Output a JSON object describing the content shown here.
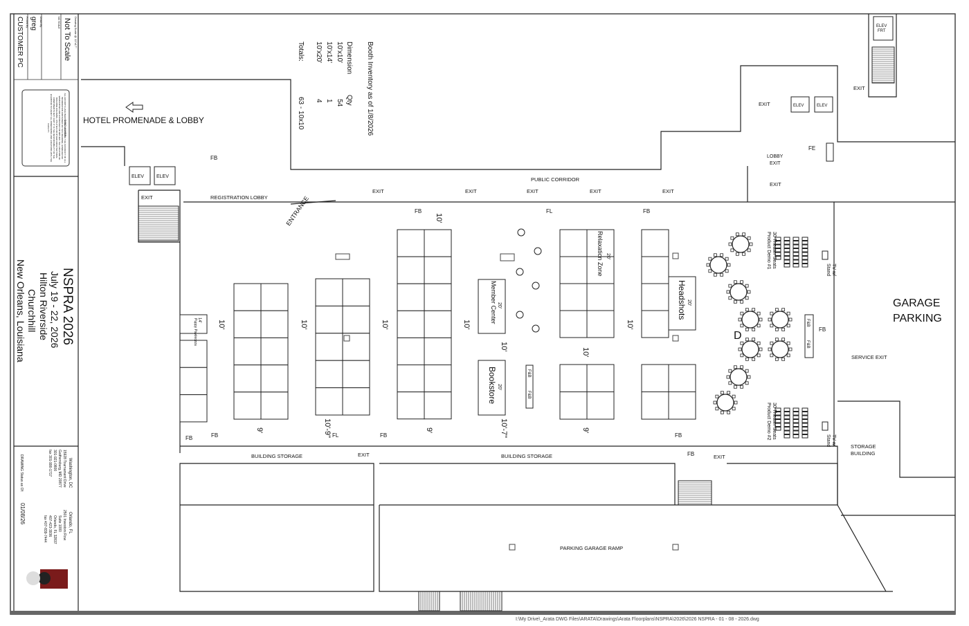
{
  "title_block": {
    "drawing_scale_label": "Drawing Scale @ 11\"x17\"",
    "scale": "Not To Scale",
    "scale_sub": "NO SCALE",
    "drawn_by_label": "Drawn By:",
    "drawn_by": "greg",
    "printed_by_label": "Printed By:",
    "printed_by": "CUSTOMER PC",
    "disclaimer_title": "DISCLAIMER",
    "disclaimer_text": "ALL EFFORTS HAVE BEEN MADE TO ENSURE THE ACCURACY OF ALL INFORMATION CONTAINED ON THIS DRAWING. HOWEVER NO WARRANTIES ARE EXPRESSED OR IMPLIED. THE LOCATION OF BUILDING COLUMNS, UTILITIES OR OTHER ARCHITECTURAL COMPONENTS MAY VARY. IT IS THE RESPONSIBILITY OF THE EXHIBITOR TO VERIFY ALL DIMENSIONS AND LOCATIONS WITH THE FACILITY.",
    "event_name": "NSPRA 2026",
    "event_dates": "July 19 - 22, 2026",
    "venue": "Hilton Riverside",
    "room": "Churchhill",
    "city": "New Orleans, Louisiana",
    "office_dc": {
      "name": "Washington, DC",
      "lines": [
        "15928 Tournament Drive",
        "Gaithersburg, MD 20877",
        "301-921-0800",
        "fax 301-990-1717"
      ]
    },
    "office_fl": {
      "name": "Orlando, FL",
      "lines": [
        "2501 Investors Row",
        "Suite 1000",
        "Orlando, FL 32837",
        "407-423-3936",
        "fax 407-839-7444"
      ]
    },
    "status_label": "DRAWING Status as Of:",
    "status_date": "01/08/26"
  },
  "inventory": {
    "title": "Booth Inventory as of 1/8/2026",
    "col_dimension": "Dimension",
    "col_qty": "Qty",
    "rows": [
      {
        "dimension": "10'x10'",
        "qty": "54"
      },
      {
        "dimension": "10'x14'",
        "qty": "1"
      },
      {
        "dimension": "10'x20'",
        "qty": "4"
      }
    ],
    "totals_label": "Totals:",
    "totals_value": "63 - 10x10"
  },
  "rooms": {
    "hotel": "HOTEL PROMENADE & LOBBY",
    "registration": "REGISTRATION LOBBY",
    "entrance": "ENTRANCE",
    "public_corridor": "PUBLIC CORRIDOR",
    "lobby_exit": [
      "LOBBY",
      "EXIT"
    ],
    "garage_parking": [
      "GARAGE",
      "PARKING"
    ],
    "service_exit": "SERVICE EXIT",
    "storage_building": [
      "STORAGE",
      "BUILDING"
    ],
    "building_storage": "BUILDING STORAGE",
    "parking_ramp": "PARKING GARAGE RAMP"
  },
  "labels": {
    "exit": "EXIT",
    "elev": "ELEV",
    "elev_frt": [
      "ELEV",
      "FRT"
    ],
    "fb": "FB",
    "fl": "FL",
    "fe": "FE",
    "fnb": "F&B",
    "d": "D"
  },
  "booths": {
    "puppy": {
      "size": "14'",
      "name": "Puppy Pawleozza"
    },
    "member_center": {
      "size": "20'",
      "name": "Member Center"
    },
    "bookstore": {
      "size": "20'",
      "name": "Bookstore"
    },
    "relaxation": {
      "size": "20'",
      "name": "Relaxation Zone"
    },
    "headshots": {
      "size": "20'",
      "name": "Headshots"
    }
  },
  "demo": {
    "seats1": "30 Theater Seats",
    "demo1": "Product Demo #1",
    "seats2": "30 Theater Seats",
    "demo2": "Product Demo #2",
    "tv": "TV w/",
    "stand": "Stand"
  },
  "dimensions": [
    "10'",
    "10'",
    "10'",
    "10'",
    "10'",
    "10'",
    "10'",
    "10'",
    "9'",
    "10'-9\"",
    "9'",
    "10'-7\"",
    "9'"
  ],
  "file_path": "I:\\My Drive\\_Arata DWG  Files\\ARATA\\Drawings\\Arata Floorplans\\NSPRA\\2026\\2026 NSPRA - 01 - 08 - 2026.dwg"
}
